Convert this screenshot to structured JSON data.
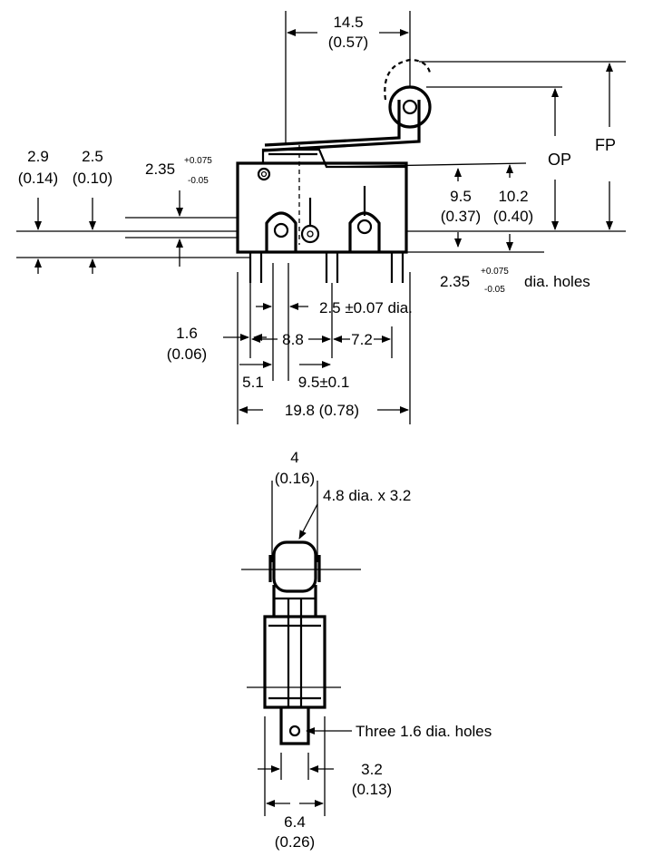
{
  "top_view": {
    "width_label": "14.5",
    "width_label_in": "(0.57)",
    "op_label": "OP",
    "fp_label": "FP",
    "left_29": "2.9",
    "left_29_in": "(0.14)",
    "left_25": "2.5",
    "left_25_in": "(0.10)",
    "left_235": "2.35",
    "left_235_tol_plus": "+0.075",
    "left_235_tol_minus": "-0.05",
    "h95": "9.5",
    "h95_in": "(0.37)",
    "h102": "10.2",
    "h102_in": "(0.40)",
    "holes_235": "2.35",
    "holes_235_tol_plus": "+0.075",
    "holes_235_tol_minus": "-0.05",
    "holes_text": "dia. holes",
    "pin_dia": "2.5 ±0.07 dia.",
    "d16": "1.6",
    "d16_in": "(0.06)",
    "d88": "8.8",
    "d72": "7.2",
    "d51": "5.1",
    "d95tol": "9.5±0.1",
    "d198": "19.8 (0.78)"
  },
  "side_view": {
    "w4": "4",
    "w4_in": "(0.16)",
    "roller": "4.8 dia. x 3.2",
    "holes": "Three 1.6 dia. holes",
    "d32": "3.2",
    "d32_in": "(0.13)",
    "d64": "6.4",
    "d64_in": "(0.26)"
  }
}
